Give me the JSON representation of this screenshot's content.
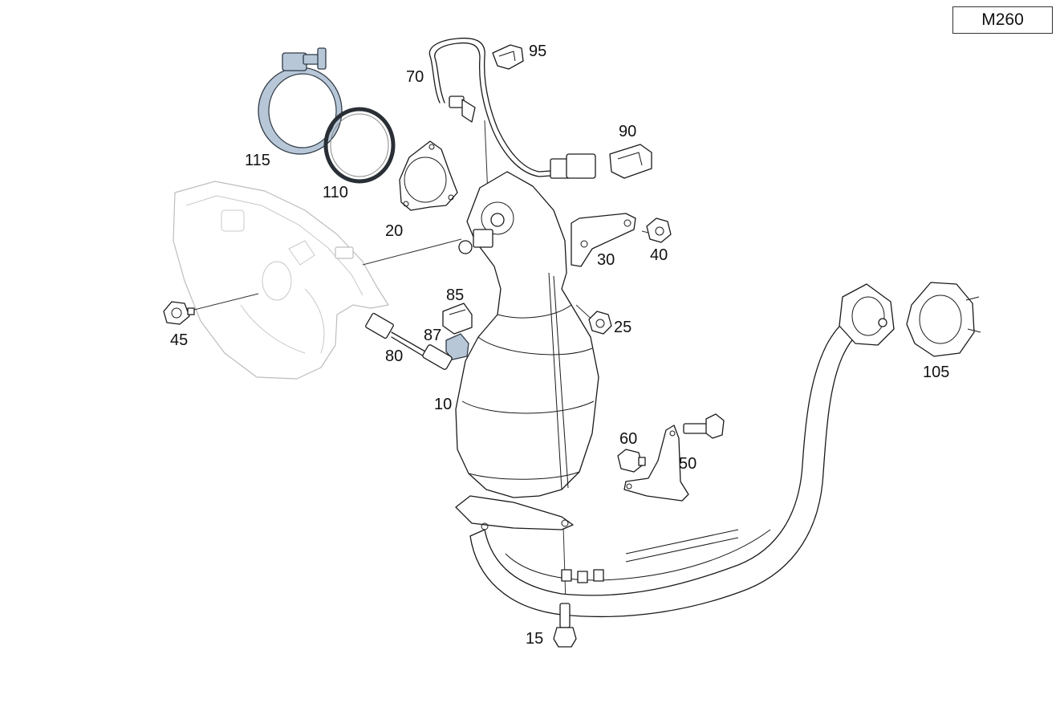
{
  "engine_code": "M260",
  "callouts": [
    {
      "id": "95",
      "text": "95"
    },
    {
      "id": "70",
      "text": "70"
    },
    {
      "id": "90",
      "text": "90"
    },
    {
      "id": "115",
      "text": "115"
    },
    {
      "id": "110",
      "text": "110"
    },
    {
      "id": "20",
      "text": "20"
    },
    {
      "id": "30",
      "text": "30"
    },
    {
      "id": "40",
      "text": "40"
    },
    {
      "id": "85",
      "text": "85"
    },
    {
      "id": "87",
      "text": "87"
    },
    {
      "id": "80",
      "text": "80"
    },
    {
      "id": "25",
      "text": "25"
    },
    {
      "id": "45",
      "text": "45"
    },
    {
      "id": "10",
      "text": "10"
    },
    {
      "id": "105",
      "text": "105"
    },
    {
      "id": "60",
      "text": "60"
    },
    {
      "id": "50",
      "text": "50"
    },
    {
      "id": "15",
      "text": "15"
    }
  ]
}
